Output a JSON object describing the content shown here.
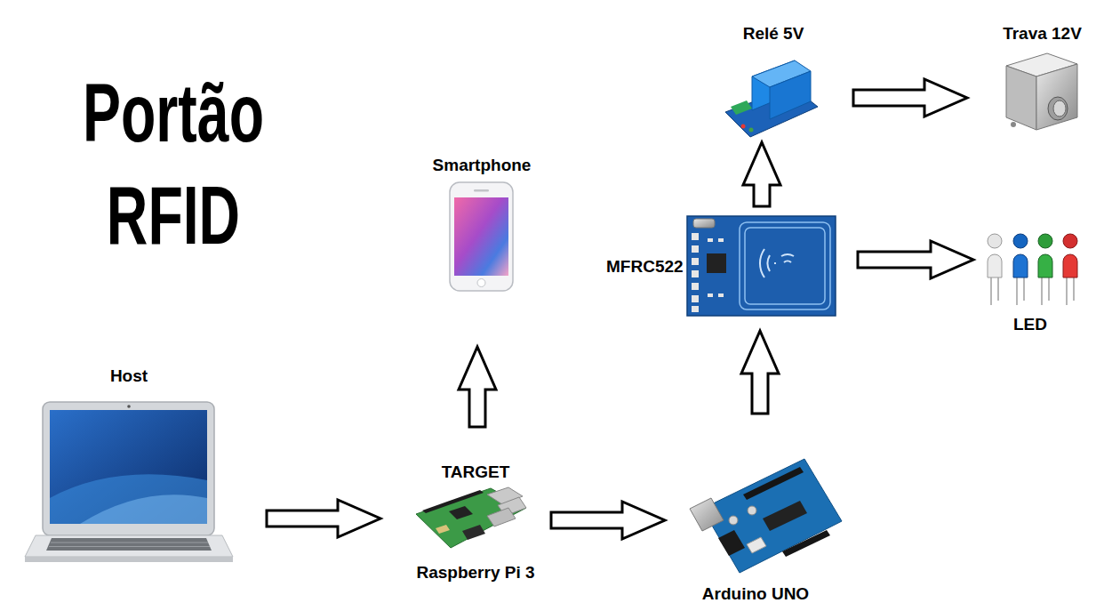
{
  "diagram": {
    "title": "Portão RFID",
    "nodes": [
      {
        "text": [
          "Host"
        ]
      },
      {
        "text": [
          "TARGET",
          "Raspberry Pi 3"
        ]
      },
      {
        "text": [
          "Smartphone"
        ]
      },
      {
        "text": [
          "Arduino UNO"
        ]
      },
      {
        "text": [
          "MFRC522"
        ]
      },
      {
        "text": [
          "Relé 5V"
        ]
      },
      {
        "text": [
          "Trava 12V"
        ]
      },
      {
        "text": [
          "LED"
        ]
      }
    ],
    "edges": [
      {
        "from": 0,
        "to": 1,
        "arrow": "to"
      },
      {
        "from": 1,
        "to": 2,
        "arrow": "to"
      },
      {
        "from": 1,
        "to": 3,
        "arrow": "to"
      },
      {
        "from": 3,
        "to": 4,
        "arrow": "to"
      },
      {
        "from": 4,
        "to": 5,
        "arrow": "to"
      },
      {
        "from": 5,
        "to": 6,
        "arrow": "to"
      },
      {
        "from": 4,
        "to": 7,
        "arrow": "to"
      }
    ]
  }
}
